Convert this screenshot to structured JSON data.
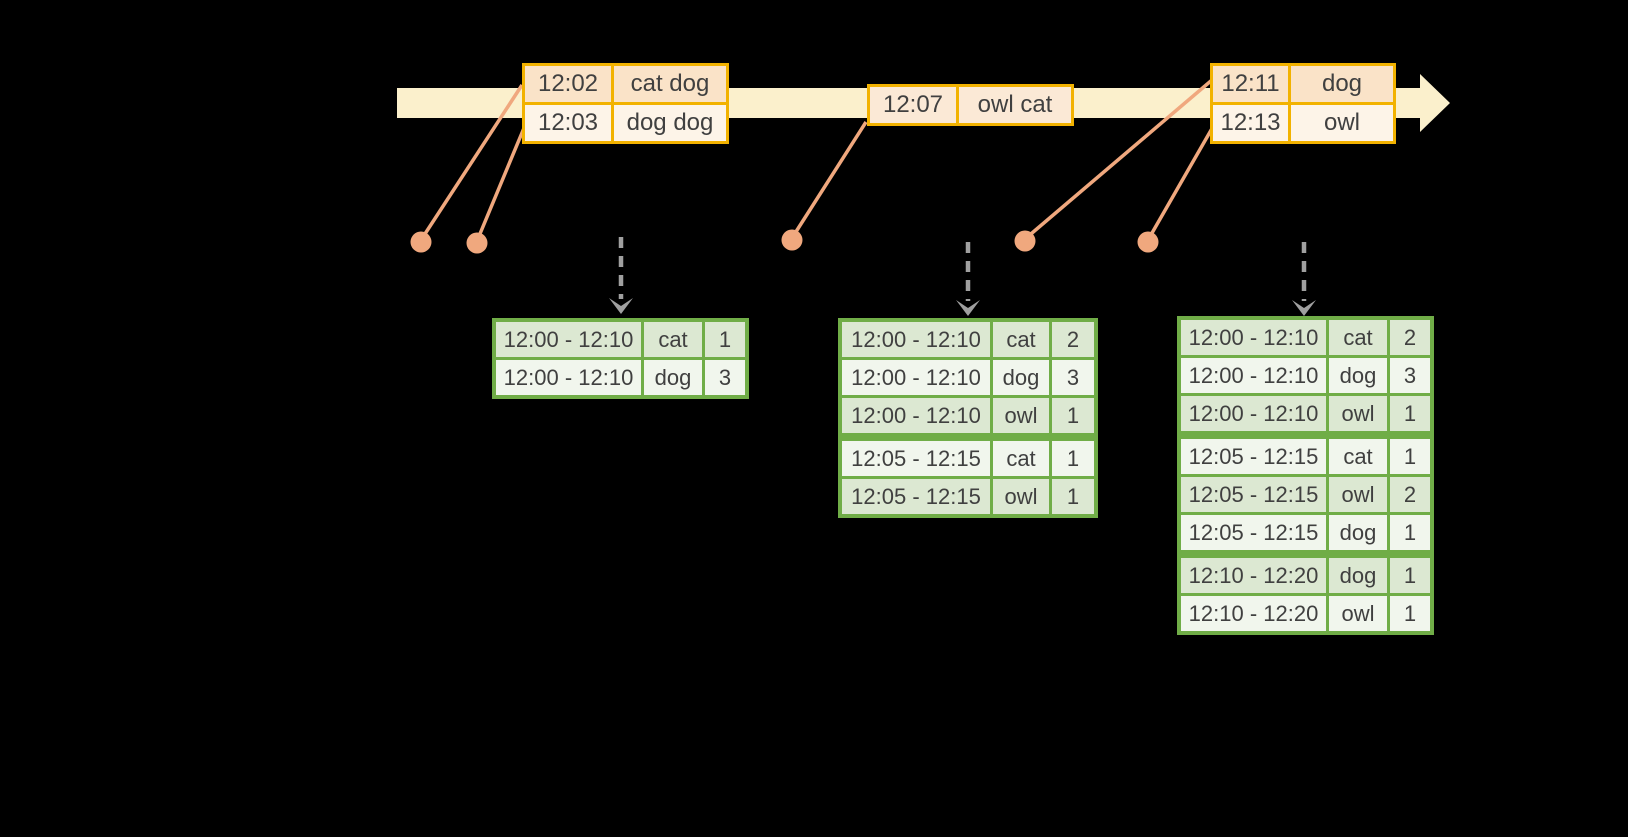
{
  "colors": {
    "background": "#000000",
    "gold": "#F2B200",
    "band": "#FBF0CC",
    "peachDark": "#FAE3C8",
    "peachMid": "#FBE9D6",
    "peachLight": "#FDF4E8",
    "salmon": "#F0A87E",
    "green": "#70AD47",
    "greenRowDark": "#DCE8D2",
    "greenRowLight": "#F1F6ED",
    "gray": "#A0A0A0",
    "text": "#404040"
  },
  "event_tables": [
    {
      "rows": [
        {
          "time": "12:02",
          "words": "cat dog"
        },
        {
          "time": "12:03",
          "words": "dog dog"
        }
      ]
    },
    {
      "rows": [
        {
          "time": "12:07",
          "words": "owl cat"
        }
      ]
    },
    {
      "rows": [
        {
          "time": "12:11",
          "words": "dog"
        },
        {
          "time": "12:13",
          "words": "owl"
        }
      ]
    }
  ],
  "result_tables": [
    {
      "rows": [
        {
          "window": "12:00 - 12:10",
          "word": "cat",
          "count": "1"
        },
        {
          "window": "12:00 - 12:10",
          "word": "dog",
          "count": "3"
        }
      ]
    },
    {
      "rows": [
        {
          "window": "12:00 - 12:10",
          "word": "cat",
          "count": "2"
        },
        {
          "window": "12:00 - 12:10",
          "word": "dog",
          "count": "3"
        },
        {
          "window": "12:00 - 12:10",
          "word": "owl",
          "count": "1"
        },
        {
          "window": "12:05 - 12:15",
          "word": "cat",
          "count": "1"
        },
        {
          "window": "12:05 - 12:15",
          "word": "owl",
          "count": "1"
        }
      ]
    },
    {
      "rows": [
        {
          "window": "12:00 - 12:10",
          "word": "cat",
          "count": "2"
        },
        {
          "window": "12:00 - 12:10",
          "word": "dog",
          "count": "3"
        },
        {
          "window": "12:00 - 12:10",
          "word": "owl",
          "count": "1"
        },
        {
          "window": "12:05 - 12:15",
          "word": "cat",
          "count": "1"
        },
        {
          "window": "12:05 - 12:15",
          "word": "owl",
          "count": "2"
        },
        {
          "window": "12:05 - 12:15",
          "word": "dog",
          "count": "1"
        },
        {
          "window": "12:10 - 12:20",
          "word": "dog",
          "count": "1"
        },
        {
          "window": "12:10 - 12:20",
          "word": "owl",
          "count": "1"
        }
      ]
    }
  ]
}
